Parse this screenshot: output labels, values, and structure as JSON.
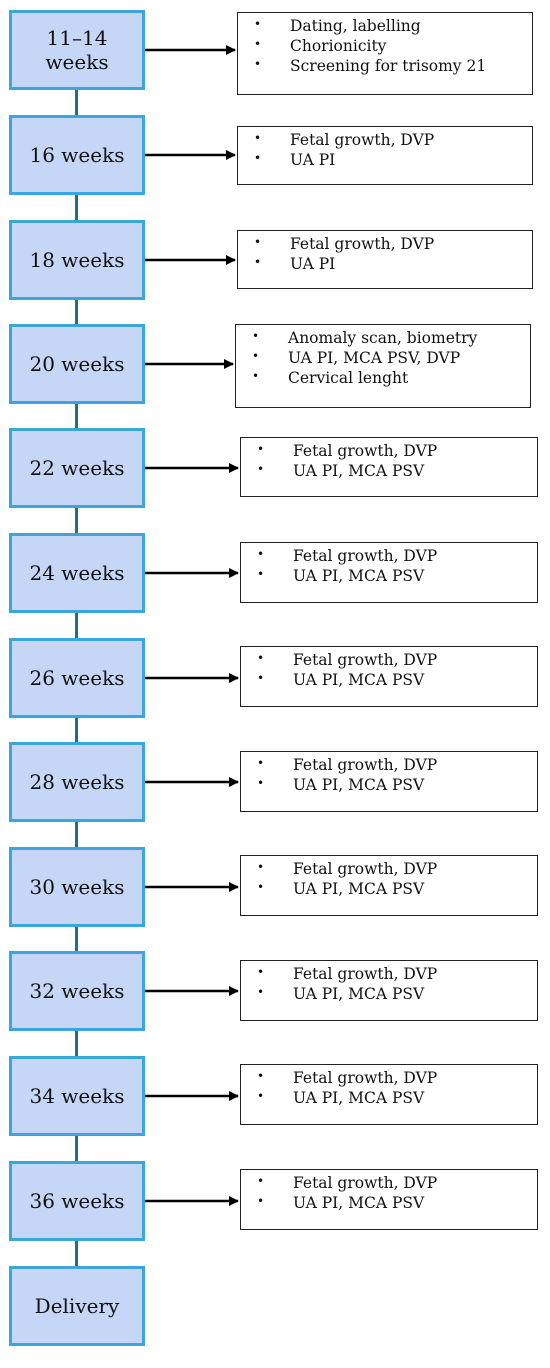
{
  "stages": [
    {
      "lines": [
        "11–14",
        "weeks"
      ],
      "notes": [
        "Dating, labelling",
        "Chorionicity",
        "Screening for trisomy 21"
      ]
    },
    {
      "lines": [
        "16 weeks"
      ],
      "notes": [
        "Fetal growth, DVP",
        "UA PI"
      ]
    },
    {
      "lines": [
        "18 weeks"
      ],
      "notes": [
        "Fetal growth, DVP",
        "UA PI"
      ]
    },
    {
      "lines": [
        "20 weeks"
      ],
      "notes": [
        "Anomaly scan, biometry",
        "UA PI, MCA PSV, DVP",
        "Cervical lenght"
      ]
    },
    {
      "lines": [
        "22 weeks"
      ],
      "notes": [
        "Fetal growth, DVP",
        "UA PI, MCA PSV"
      ]
    },
    {
      "lines": [
        "24 weeks"
      ],
      "notes": [
        "Fetal growth, DVP",
        "UA PI, MCA PSV"
      ]
    },
    {
      "lines": [
        "26 weeks"
      ],
      "notes": [
        "Fetal growth, DVP",
        "UA PI, MCA PSV"
      ]
    },
    {
      "lines": [
        "28 weeks"
      ],
      "notes": [
        "Fetal growth, DVP",
        "UA PI, MCA PSV"
      ]
    },
    {
      "lines": [
        "30 weeks"
      ],
      "notes": [
        "Fetal growth, DVP",
        "UA PI, MCA PSV"
      ]
    },
    {
      "lines": [
        "32 weeks"
      ],
      "notes": [
        "Fetal growth, DVP",
        "UA PI, MCA PSV"
      ]
    },
    {
      "lines": [
        "34 weeks"
      ],
      "notes": [
        "Fetal growth, DVP",
        "UA PI, MCA PSV"
      ]
    },
    {
      "lines": [
        "36 weeks"
      ],
      "notes": [
        "Fetal growth, DVP",
        "UA PI, MCA PSV"
      ]
    },
    {
      "lines": [
        "Delivery"
      ],
      "notes": []
    }
  ],
  "colors": {
    "box_fill": "#c6d6f7",
    "box_border": "#3aa6dc",
    "connector": "#1f6e8c",
    "arrow": "#000000"
  }
}
